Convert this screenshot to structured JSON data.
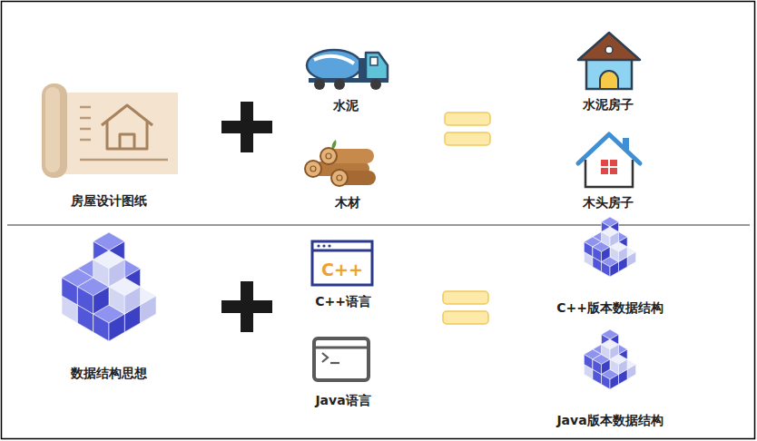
{
  "diagram": {
    "labels": [
      "房屋设计图纸",
      "水泥",
      "木材",
      "水泥房子",
      "木头房子",
      "数据结构思想",
      "C++",
      "C++语言",
      "Java语言",
      "C++版本数据结构",
      "Java版本数据结构"
    ]
  }
}
